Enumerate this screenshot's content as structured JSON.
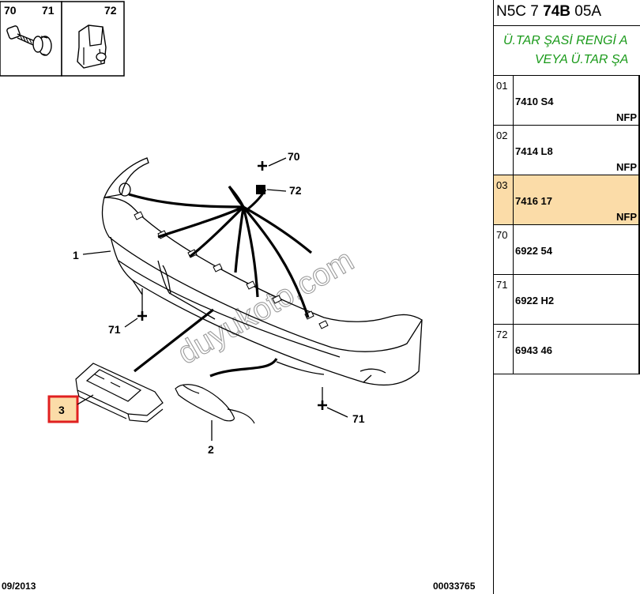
{
  "thumbnails": [
    {
      "labels": [
        "70",
        "71"
      ],
      "icons": [
        "screw-icon",
        "nut-icon"
      ]
    },
    {
      "labels": [
        "72"
      ],
      "icons": [
        "clip-icon"
      ]
    }
  ],
  "callouts": {
    "c70": "70",
    "c72": "72",
    "c1": "1",
    "c71a": "71",
    "c3": "3",
    "c2": "2",
    "c71b": "71"
  },
  "watermark": "duyukoto.com",
  "footer": {
    "date": "09/2013",
    "doc_number": "00033765"
  },
  "panel": {
    "ref_prefix": "N5C 7",
    "ref_bold": "74B",
    "ref_suffix": "05A",
    "variant_line1": "Ü.TAR ŞASİ RENGİ A",
    "variant_line2": "VEYA Ü.TAR ŞA",
    "rows": [
      {
        "index": "01",
        "code": "7410 S4",
        "note": "NFP",
        "selected": false
      },
      {
        "index": "02",
        "code": "7414 L8",
        "note": "NFP",
        "selected": false
      },
      {
        "index": "03",
        "code": "7416 17",
        "note": "NFP",
        "selected": true
      },
      {
        "index": "70",
        "code": "6922 54",
        "note": "",
        "selected": false
      },
      {
        "index": "71",
        "code": "6922 H2",
        "note": "",
        "selected": false
      },
      {
        "index": "72",
        "code": "6943 46",
        "note": "",
        "selected": false
      }
    ]
  },
  "colors": {
    "highlight": "#fbdca8",
    "callout_box": "#e02020",
    "variant_text": "#1a9a1a"
  }
}
